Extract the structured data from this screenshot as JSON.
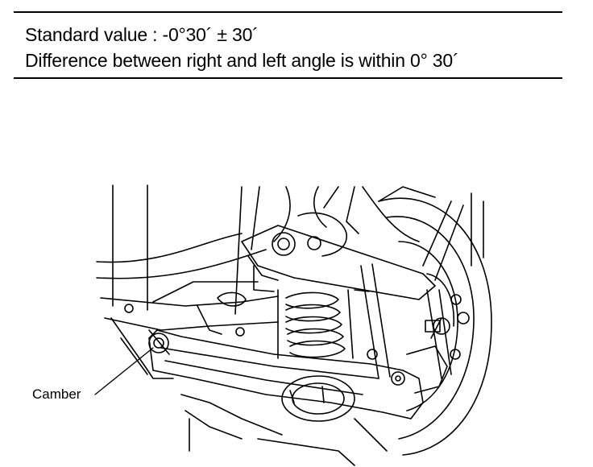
{
  "spec": {
    "line1": "Standard value :  -0°30´ ± 30´",
    "line2": "Difference between right and left angle is within 0° 30´"
  },
  "figure": {
    "callout_label": "Camber"
  }
}
